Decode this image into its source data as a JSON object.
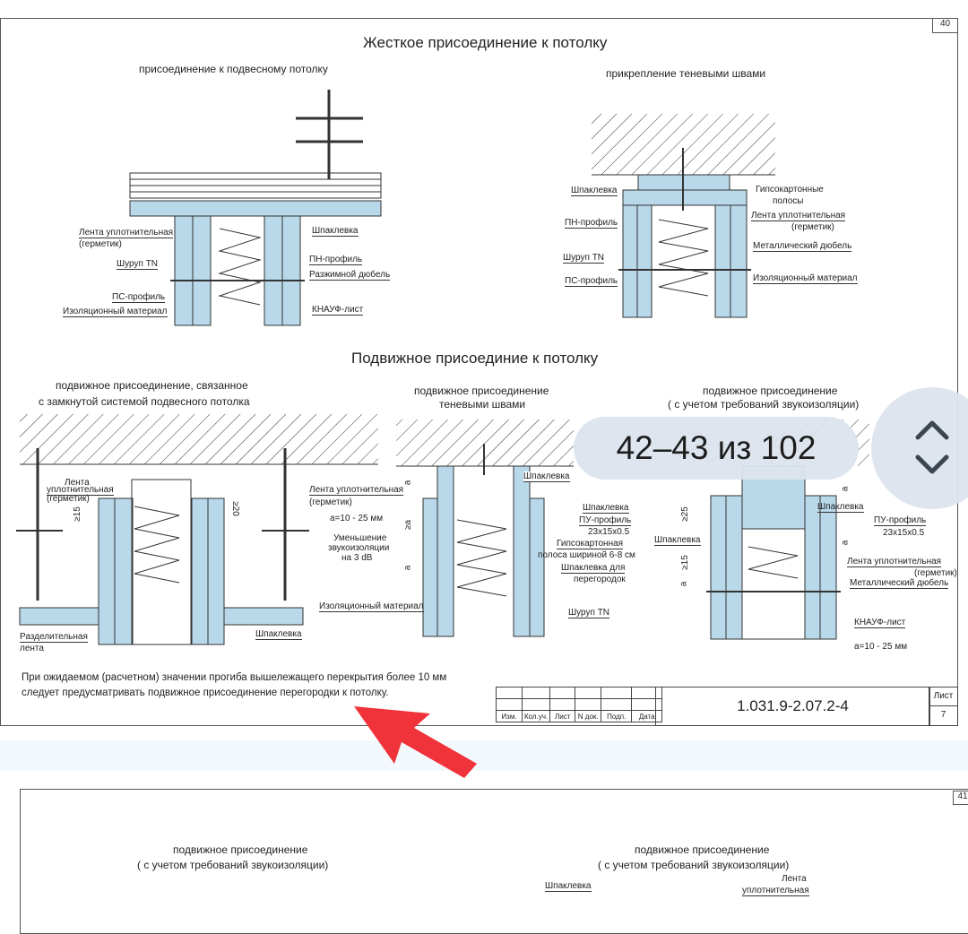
{
  "viewer": {
    "page_indicator": "42–43 из 102",
    "nav_button_icons": [
      "chevron-up-icon",
      "chevron-down-icon"
    ]
  },
  "page1": {
    "page_number": "40",
    "title_rigid": "Жесткое присоединение к потолку",
    "sub_suspended": "присоединение к подвесному потолку",
    "sub_shadow": "прикрепление теневыми швами",
    "d1": [
      "Лента уплотнительная",
      "(герметик)",
      "Шуруп TN",
      "ПС-профиль",
      "Изоляционный материал",
      "Шпаклевка",
      "ПН-профиль",
      "Разжимной дюбель",
      "КНАУФ-лист"
    ],
    "d2": [
      "Шпаклевка",
      "ПН-профиль",
      "Шуруп TN",
      "ПС-профиль",
      "Гипсокартонные",
      "полосы",
      "Лента уплотнительная",
      "(герметик)",
      "Металлический дюбель",
      "Изоляционный материал"
    ],
    "title_movable": "Подвижное присоединие к потолку",
    "sub_closed_1": "подвижное присоединение, связанное",
    "sub_closed_2": "с замкнутой системой подвесного потолка",
    "sub_shadow2_1": "подвижное присоединение",
    "sub_shadow2_2": "теневыми швами",
    "sub_sound_1": "подвижное присоединение",
    "sub_sound_2": "( с учетом требований звукоизоляции)",
    "d3": [
      "Лента",
      "уплотнительная",
      "(герметик)",
      "≥15",
      "≥20",
      "Разделительная",
      "лента",
      "Шпаклевка"
    ],
    "d4": [
      "Лента уплотнительная",
      "(герметик)",
      "a=10 - 25 мм",
      "Уменьшение",
      "звукоизоляции",
      "на 3 dB",
      "Изоляционный материал",
      "Шпаклевка",
      "Шпаклевка",
      "ПУ-профиль",
      "23x15x0.5",
      "Гипсокартонная",
      "полоса шириной 6-8 см",
      "Шпаклевка для",
      "перегородок",
      "Шуруп TN",
      "a",
      "≥a",
      "a"
    ],
    "d5": [
      "Шпаклевка",
      "Шпаклевка",
      "ПУ-профиль",
      "23x15x0.5",
      "Лента уплотнительная",
      "(герметик)",
      "Металлический дюбель",
      "КНАУФ-лист",
      "a=10 - 25 мм",
      "≥25",
      "a",
      "≥15",
      "a",
      "a"
    ],
    "note_1": "При ожидаемом (расчетном) значении прогиба вышележащего перекрытия более 10 мм",
    "note_2": "следует предусматривать подвижное присоединение перегородки к потолку.",
    "title_block": {
      "columns": [
        "Изм.",
        "Кол.уч.",
        "Лист",
        "N док.",
        "Подп.",
        "Дата"
      ],
      "code": "1.031.9-2.07.2-4",
      "sheet_label": "Лист",
      "sheet_number": "7"
    }
  },
  "page2": {
    "page_number": "41",
    "left_sub_1": "подвижное присоединение",
    "left_sub_2": "( с учетом требований звукоизоляции)",
    "right_sub_1": "подвижное присоединение",
    "right_sub_2": "( с учетом требований звукоизоляции)",
    "labels": [
      "Шпаклевка",
      "Лента",
      "уплотнительная"
    ]
  },
  "colors": {
    "board": "#b9d9ea",
    "annotation_arrow": "#f0323a",
    "overlay": "#dce4ed"
  }
}
